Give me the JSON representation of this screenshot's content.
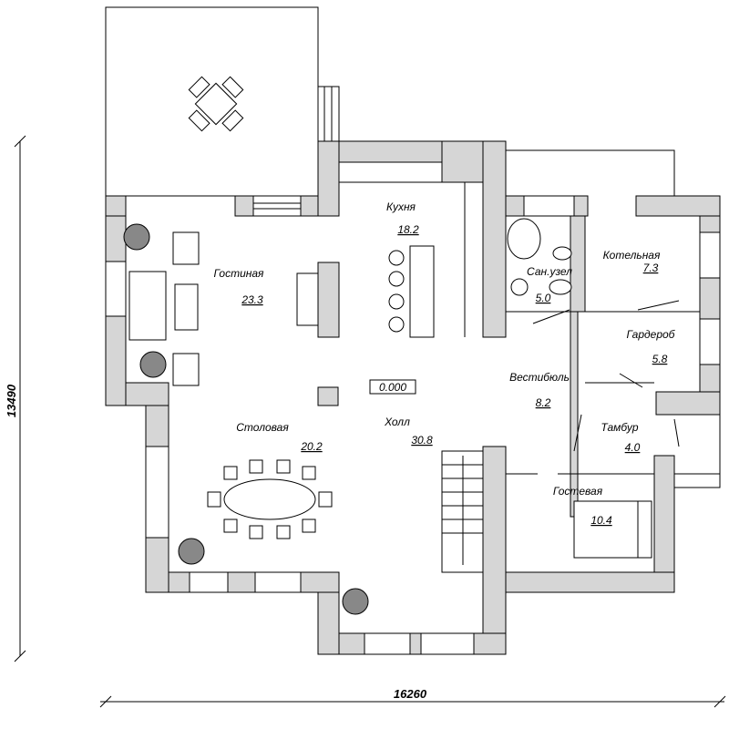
{
  "plan": {
    "elevation_mark": "0.000",
    "rooms": [
      {
        "id": "kitchen",
        "name": "Кухня",
        "area": "18.2"
      },
      {
        "id": "living",
        "name": "Гостиная",
        "area": "23.3"
      },
      {
        "id": "bathroom",
        "name": "Сан.узел",
        "area": "5.0"
      },
      {
        "id": "boiler",
        "name": "Котельная",
        "area": "7.3"
      },
      {
        "id": "wardrobe",
        "name": "Гардероб",
        "area": "5.8"
      },
      {
        "id": "vestibule",
        "name": "Вестибюль",
        "area": "8.2"
      },
      {
        "id": "tambour",
        "name": "Тамбур",
        "area": "4.0"
      },
      {
        "id": "dining",
        "name": "Столовая",
        "area": "20.2"
      },
      {
        "id": "hall",
        "name": "Холл",
        "area": "30.8"
      },
      {
        "id": "guest",
        "name": "Гостевая",
        "area": "10.4"
      }
    ],
    "dimensions": {
      "height": "13490",
      "width": "16260"
    }
  }
}
